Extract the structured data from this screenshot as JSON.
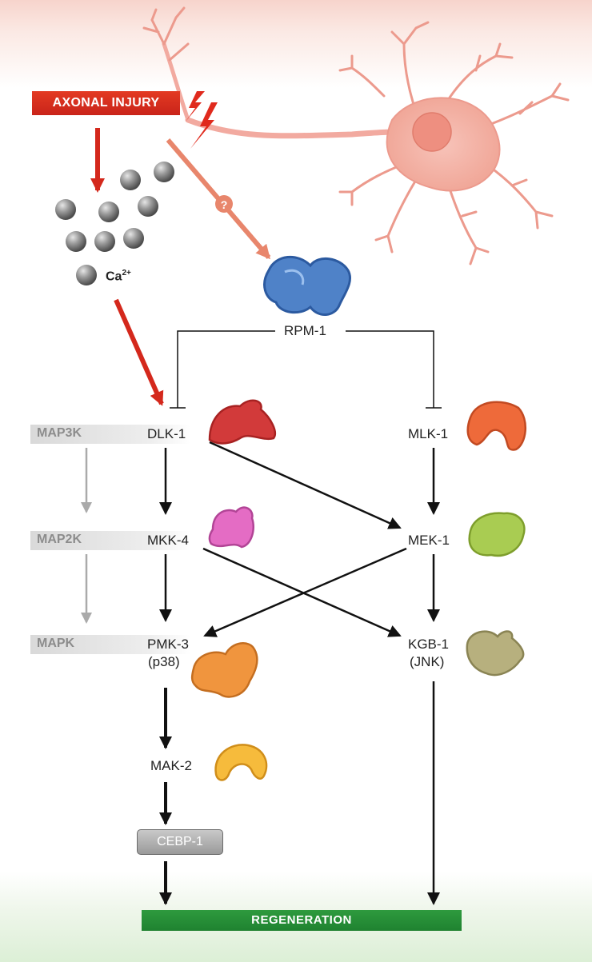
{
  "injury_label": "AXONAL INJURY",
  "question_mark": "?",
  "calcium": {
    "symbol": "Ca",
    "charge": "2+"
  },
  "levels": {
    "map3k": "MAP3K",
    "map2k": "MAP2K",
    "mapk": "MAPK"
  },
  "nodes": {
    "rpm1": "RPM-1",
    "dlk1": "DLK-1",
    "mlk1": "MLK-1",
    "mkk4": "MKK-4",
    "mek1": "MEK-1",
    "pmk3": "PMK-3",
    "pmk3_alias": "(p38)",
    "kgb1": "KGB-1",
    "kgb1_alias": "(JNK)",
    "mak2": "MAK-2",
    "cebp1": "CEBP-1"
  },
  "outcome": "REGENERATION",
  "colors": {
    "injury_red": "#d4281c",
    "rpm1_blue": "#4f82c8",
    "dlk1_red": "#d23a3a",
    "mlk1_orange": "#ee6a3a",
    "mkk4_pink": "#e46cc4",
    "mek1_green": "#a9cc52",
    "pmk3_orange": "#f0953e",
    "kgb1_olive": "#b7b07e",
    "mak2_yellow": "#f6bb3c",
    "regeneration_green": "#23893a",
    "neuron_pink": "#f2aaa0"
  }
}
